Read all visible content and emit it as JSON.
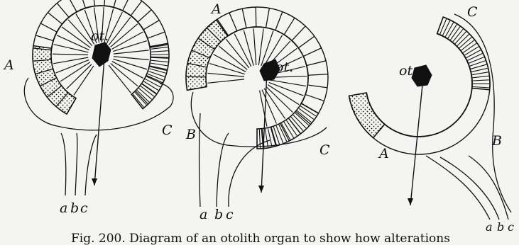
{
  "caption": "Fig. 200.  Diagram of an otolith organ to show how alterations",
  "figures": [
    {
      "otolith_label": "ot.",
      "labels": {
        "A": "A",
        "C": "C"
      },
      "nerves": [
        "a",
        "b",
        "c"
      ]
    },
    {
      "otolith_label": "ot.",
      "labels": {
        "A": "A",
        "B": "B",
        "C": "C"
      },
      "nerves": [
        "a",
        "b",
        "c"
      ]
    },
    {
      "otolith_label": "ot",
      "labels": {
        "A": "A",
        "B": "B",
        "C": "C"
      },
      "nerves": [
        "a",
        "b",
        "c"
      ]
    }
  ],
  "colors": {
    "ink": "#111111",
    "paper": "#f4f4f2"
  }
}
